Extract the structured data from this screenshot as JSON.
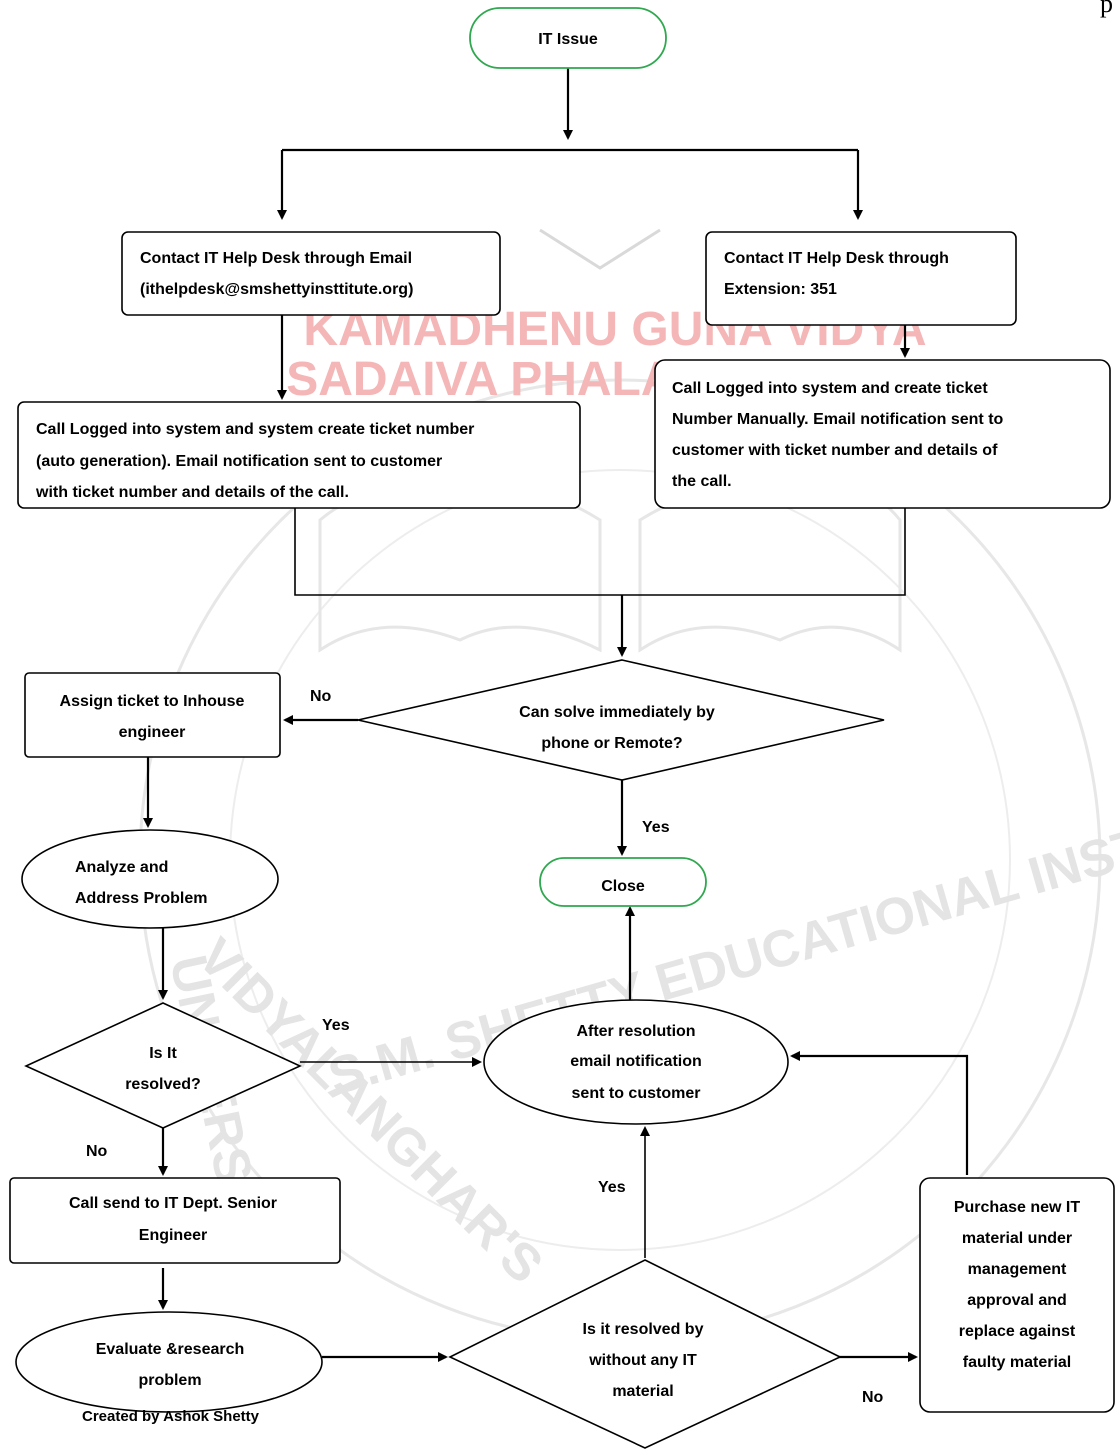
{
  "page_number": "p",
  "watermark": {
    "line1": "KAMADHENU GUNA VIDYA",
    "line2": "SADAIVA PHALADAYINI",
    "ring_left": "UNIVERSITY",
    "ring_bottom_left": "VIDYALANGHAR'S",
    "ring_bottom": "S.M. SHETTY EDUCATIONAL INSTITUTIONS"
  },
  "nodes": {
    "start": "IT Issue",
    "email_contact": [
      "Contact IT Help Desk through Email",
      "(ithelpdesk@smshettyinsttitute.org)"
    ],
    "ext_contact": [
      "Contact IT Help Desk through",
      "Extension: 351"
    ],
    "auto_ticket": [
      "Call Logged into system and system create ticket number",
      "(auto generation). Email notification sent to customer",
      "with ticket number and details of the call."
    ],
    "manual_ticket": [
      "Call Logged into system and create ticket",
      "Number Manually. Email notification sent to",
      "customer with ticket number and details of",
      "the call."
    ],
    "can_solve": [
      "Can solve immediately by",
      "phone or Remote?"
    ],
    "assign": [
      "Assign ticket to Inhouse",
      "engineer"
    ],
    "close": "Close",
    "analyze": [
      "Analyze and",
      "Address Problem"
    ],
    "is_resolved": [
      "Is It",
      "resolved?"
    ],
    "after_resolution": [
      "After resolution",
      "email notification",
      "sent to customer"
    ],
    "senior": [
      "Call send to IT Dept. Senior",
      "Engineer"
    ],
    "evaluate": [
      "Evaluate &research",
      "problem"
    ],
    "resolved_without": [
      "Is it resolved by",
      "without any IT",
      "material"
    ],
    "purchase": [
      "Purchase new IT",
      "material under",
      "management",
      "approval and",
      "replace against",
      "faulty material"
    ]
  },
  "edge_labels": {
    "can_solve_no": "No",
    "can_solve_yes": "Yes",
    "is_resolved_yes": "Yes",
    "is_resolved_no": "No",
    "without_yes": "Yes",
    "without_no": "No"
  },
  "footer": "Created by Ashok Shetty"
}
